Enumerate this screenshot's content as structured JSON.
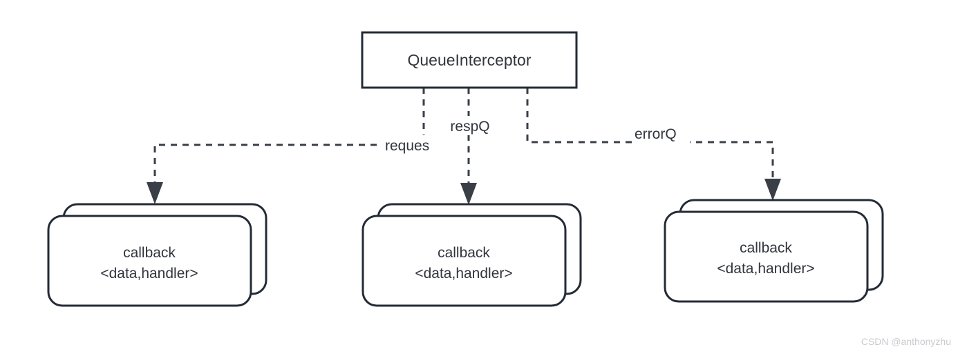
{
  "diagram": {
    "type": "flow-diagram",
    "background_color": "#ffffff",
    "stroke_color": "#232b36",
    "edge_color": "#3a3f47",
    "text_color": "#31353c",
    "root": {
      "label": "QueueInterceptor"
    },
    "edges": [
      {
        "id": "requestQ",
        "label": "reques",
        "from": "QueueInterceptor",
        "to": "callback-left",
        "style": "dashed"
      },
      {
        "id": "respQ",
        "label": "respQ",
        "from": "QueueInterceptor",
        "to": "callback-middle",
        "style": "dashed"
      },
      {
        "id": "errorQ",
        "label": "errorQ",
        "from": "QueueInterceptor",
        "to": "callback-right",
        "style": "dashed"
      }
    ],
    "cards": [
      {
        "id": "callback-left",
        "line1": "callback",
        "line2": "<data,handler>",
        "stacked": true
      },
      {
        "id": "callback-middle",
        "line1": "callback",
        "line2": "<data,handler>",
        "stacked": true
      },
      {
        "id": "callback-right",
        "line1": "callback",
        "line2": "<data,handler>",
        "stacked": true
      }
    ]
  },
  "watermark": {
    "text": "CSDN @anthonyzhu",
    "color": "#c9cbcf"
  }
}
